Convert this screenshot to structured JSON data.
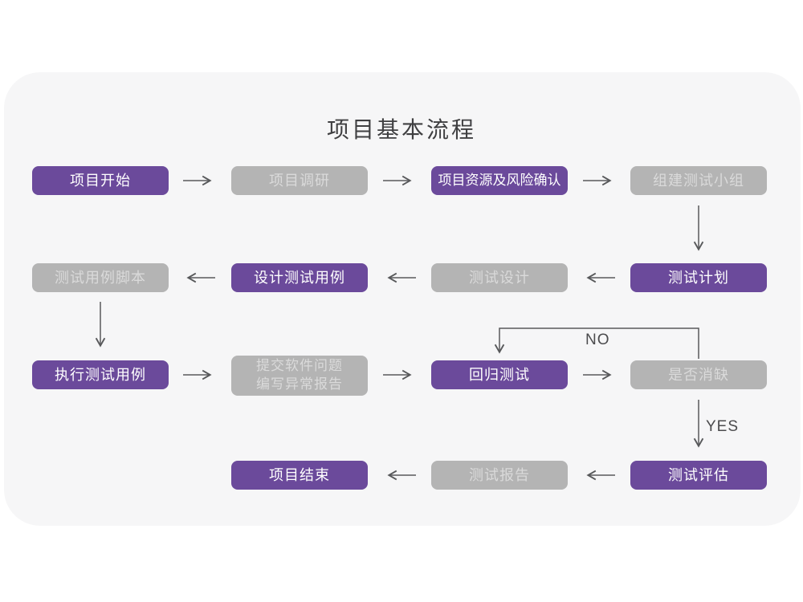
{
  "title": "项目基本流程",
  "colors": {
    "primary_purple": "#6b4a9b",
    "muted_gray": "#b4b4b4",
    "card_background": "#f6f6f7",
    "arrow": "#58595b"
  },
  "labels": {
    "no": "NO",
    "yes": "YES"
  },
  "nodes": [
    {
      "id": "project-start",
      "label": "项目开始",
      "variant": "purple"
    },
    {
      "id": "project-research",
      "label": "项目调研",
      "variant": "gray"
    },
    {
      "id": "resource-risk",
      "label": "项目资源及风险确认",
      "variant": "purple"
    },
    {
      "id": "build-test-team",
      "label": "组建测试小组",
      "variant": "gray"
    },
    {
      "id": "test-case-script",
      "label": "测试用例脚本",
      "variant": "gray"
    },
    {
      "id": "design-test-case",
      "label": "设计测试用例",
      "variant": "purple"
    },
    {
      "id": "test-design",
      "label": "测试设计",
      "variant": "gray"
    },
    {
      "id": "test-plan",
      "label": "测试计划",
      "variant": "purple"
    },
    {
      "id": "execute-test-case",
      "label": "执行测试用例",
      "variant": "purple"
    },
    {
      "id": "submit-issue-report",
      "label": "提交软件问题\n编写异常报告",
      "variant": "gray"
    },
    {
      "id": "regression-test",
      "label": "回归测试",
      "variant": "purple"
    },
    {
      "id": "defect-cleared",
      "label": "是否消缺",
      "variant": "gray"
    },
    {
      "id": "project-end",
      "label": "项目结束",
      "variant": "purple"
    },
    {
      "id": "test-report",
      "label": "测试报告",
      "variant": "gray"
    },
    {
      "id": "test-evaluation",
      "label": "测试评估",
      "variant": "purple"
    }
  ]
}
